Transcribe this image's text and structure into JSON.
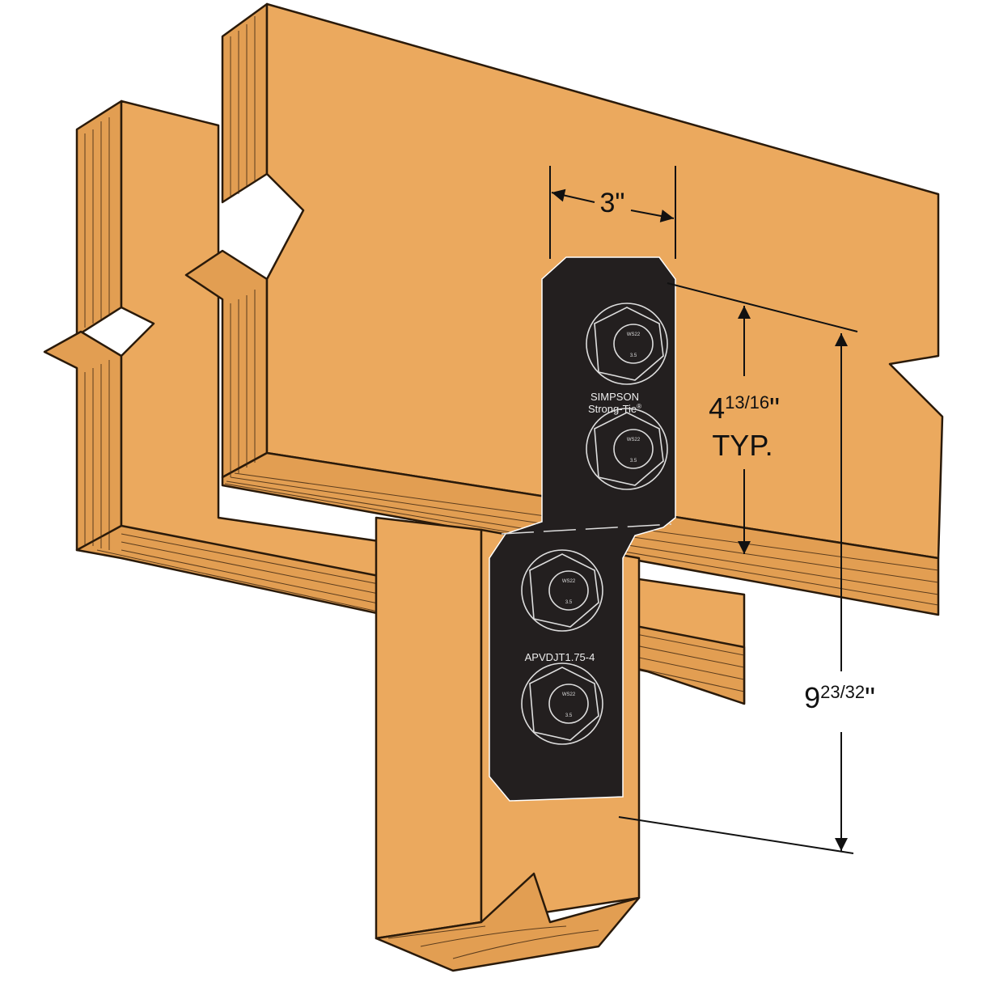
{
  "diagram": {
    "colors": {
      "wood": "#EBA95E",
      "plate": "#231f1f",
      "line": "#111111"
    },
    "bracket": {
      "brand_line1": "SIMPSON",
      "brand_line2": "Strong-Tie",
      "registered": "®",
      "model": "APVDJT1.75-4",
      "bolt_marking_top": "WS22",
      "bolt_marking_bottom": "3.5"
    },
    "dimensions": {
      "width": "3\"",
      "bolt_spacing_whole": "4",
      "bolt_spacing_fraction": "13/16",
      "bolt_spacing_inch": "\"",
      "bolt_spacing_note": "TYP.",
      "overall_whole": "9",
      "overall_fraction": "23/32",
      "overall_inch": "\""
    }
  }
}
